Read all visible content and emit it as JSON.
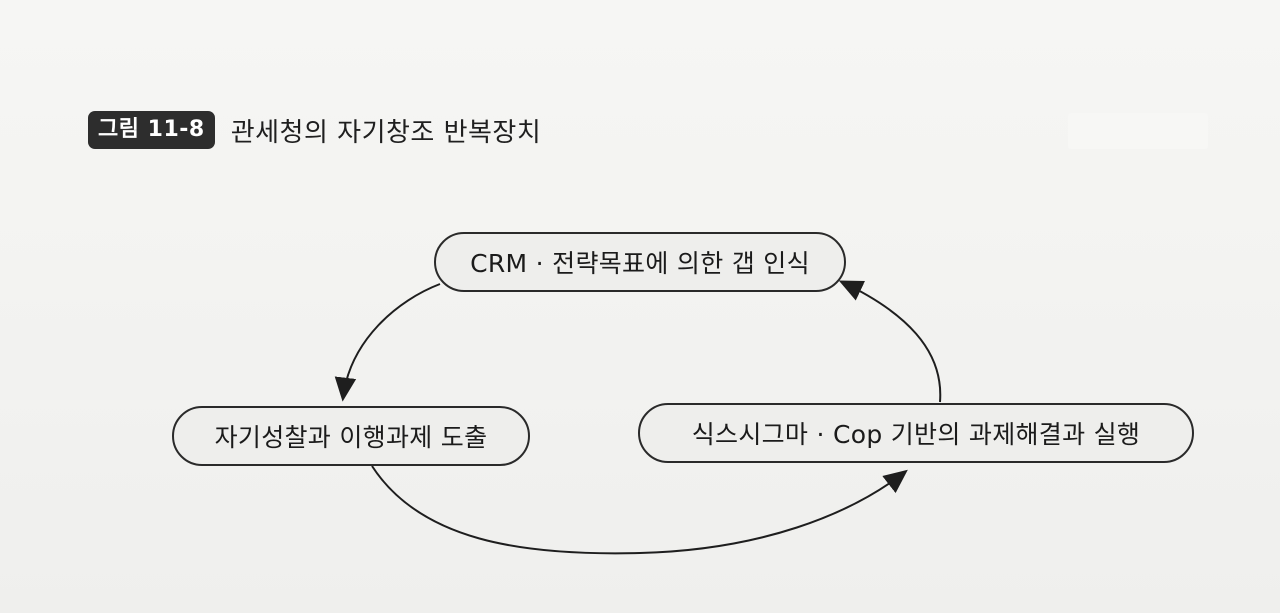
{
  "figure": {
    "badge": "그림 11-8",
    "title": "관세청의 자기창조 반복장치"
  },
  "nodes": {
    "top": "CRM · 전략목표에 의한 갭 인식",
    "left": "자기성찰과 이행과제 도출",
    "right": "식스시그마 · Cop 기반의 과제해결과 실행"
  },
  "flow": [
    {
      "from": "top",
      "to": "left"
    },
    {
      "from": "left",
      "to": "right"
    },
    {
      "from": "right",
      "to": "top"
    }
  ]
}
